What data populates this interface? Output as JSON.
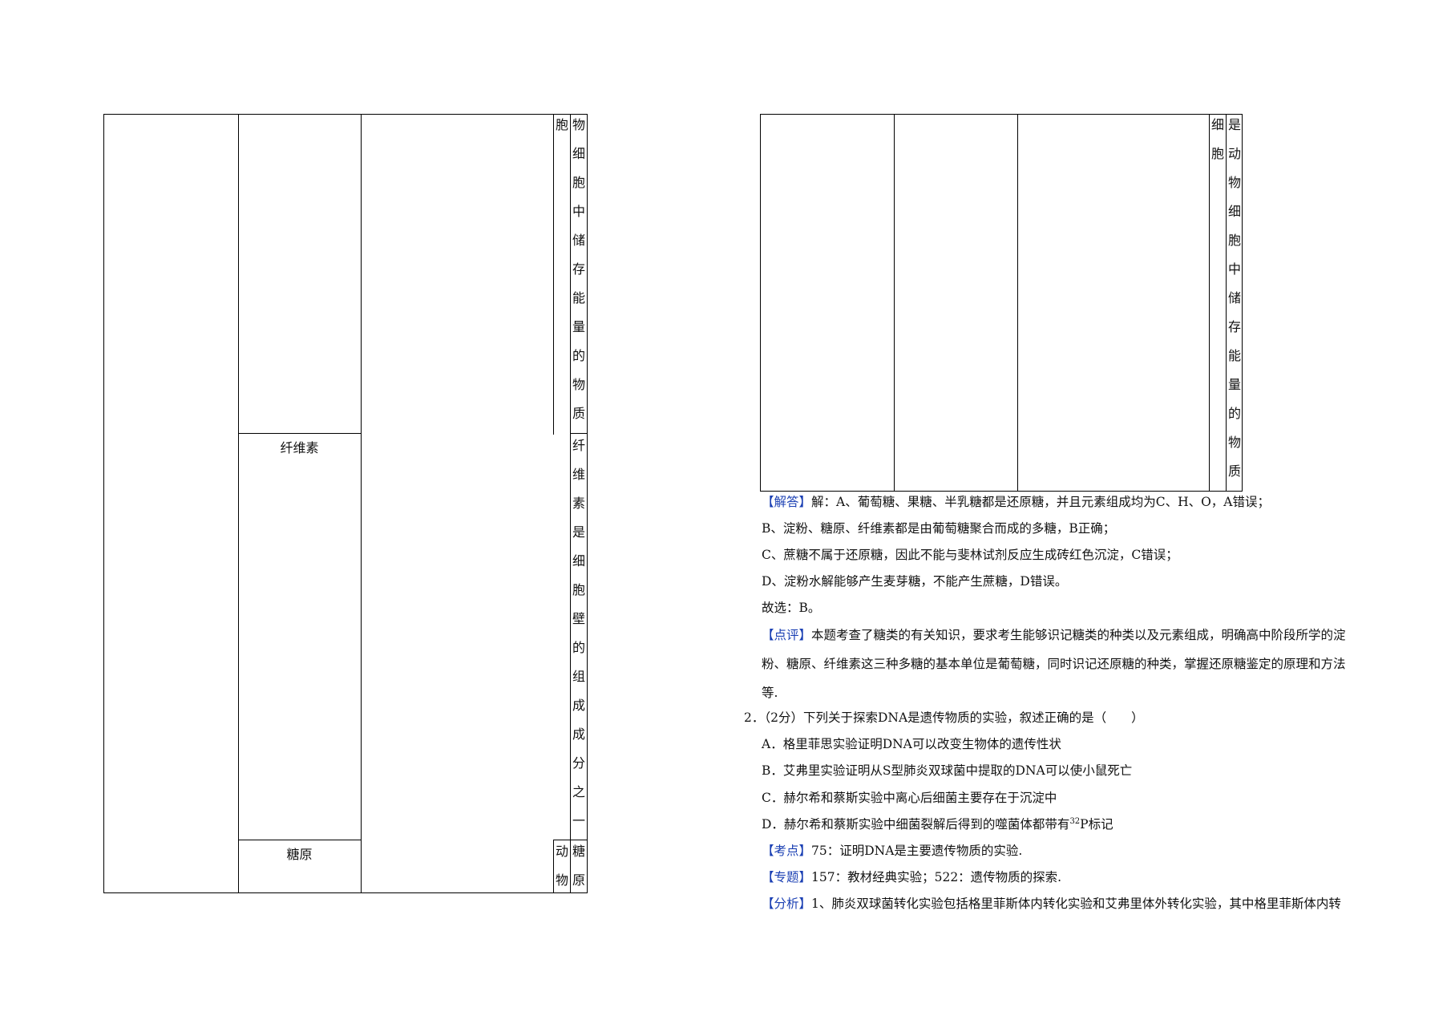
{
  "left_table": {
    "col4_upper_text": "胞",
    "col5_upper_text": "物细胞中储存能量的物质",
    "row2_col2_label": "纤维素",
    "row2_col5_text": "纤维素是细胞壁的组成成分之一",
    "row3_col2_label": "糖原",
    "row3_col4_text": "动物",
    "row3_col5_text": "糖原"
  },
  "right_table": {
    "col4_text": "细胞",
    "col5_text": "是动物细胞中储存能量的物质"
  },
  "answer": {
    "tag": "【解答】",
    "line1": "解：A、葡萄糖、果糖、半乳糖都是还原糖，并且元素组成均为C、H、O，A错误；",
    "line2": "B、淀粉、糖原、纤维素都是由葡萄糖聚合而成的多糖，B正确；",
    "line3": "C、蔗糖不属于还原糖，因此不能与斐林试剂反应生成砖红色沉淀，C错误；",
    "line4": "D、淀粉水解能够产生麦芽糖，不能产生蔗糖，D错误。",
    "line5": "故选：B。"
  },
  "comment": {
    "tag": "【点评】",
    "line1": "本题考查了糖类的有关知识，要求考生能够识记糖类的种类以及元素组成，明确高中阶段所学的淀",
    "line2": "粉、糖原、纤维素这三种多糖的基本单位是葡萄糖，同时识记还原糖的种类，掌握还原糖鉴定的原理和方法",
    "line3": "等."
  },
  "question2": {
    "stem": "2．（2分）下列关于探索DNA是遗传物质的实验，叙述正确的是（　　）",
    "option_a": "A．格里菲思实验证明DNA可以改变生物体的遗传性状",
    "option_b": "B．艾弗里实验证明从S型肺炎双球菌中提取的DNA可以使小鼠死亡",
    "option_c": "C．赫尔希和蔡斯实验中离心后细菌主要存在于沉淀中",
    "option_d_pre": "D．赫尔希和蔡斯实验中细菌裂解后得到的噬菌体都带有",
    "option_d_sup": "32",
    "option_d_post": "P标记"
  },
  "kaodian": {
    "tag": "【考点】",
    "text": "75：证明DNA是主要遗传物质的实验."
  },
  "zhuanti": {
    "tag": "【专题】",
    "text": "157：教材经典实验；522：遗传物质的探索."
  },
  "fenxi": {
    "tag": "【分析】",
    "text": "1、肺炎双球菌转化实验包括格里菲斯体内转化实验和艾弗里体外转化实验，其中格里菲斯体内转"
  }
}
